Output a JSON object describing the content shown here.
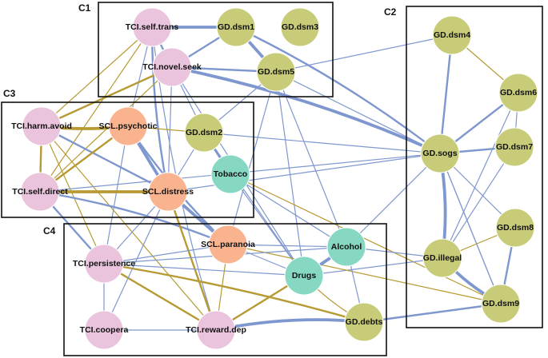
{
  "colors": {
    "tci": "#e9c4dc",
    "scl": "#f9b48f",
    "gd": "#c8cc78",
    "substance": "#86d8c2",
    "blue_edge": "#7f97cf",
    "gold_edge": "#b79a33"
  },
  "clusters": [
    {
      "id": "C1",
      "label": "C1"
    },
    {
      "id": "C2",
      "label": "C2"
    },
    {
      "id": "C3",
      "label": "C3"
    },
    {
      "id": "C4",
      "label": "C4"
    }
  ],
  "nodes": [
    {
      "id": "tci_self_trans",
      "label": "TCI.self.trans",
      "group": "tci"
    },
    {
      "id": "gd_dsm1",
      "label": "GD.dsm1",
      "group": "gd"
    },
    {
      "id": "gd_dsm3",
      "label": "GD.dsm3",
      "group": "gd"
    },
    {
      "id": "tci_novel_seek",
      "label": "TCI.novel.seek",
      "group": "tci"
    },
    {
      "id": "gd_dsm5",
      "label": "GD.dsm5",
      "group": "gd"
    },
    {
      "id": "tci_harm_avoid",
      "label": "TCI.harm.avoid",
      "group": "tci"
    },
    {
      "id": "scl_psychotic",
      "label": "SCL.psychotic",
      "group": "scl"
    },
    {
      "id": "gd_dsm2",
      "label": "GD.dsm2",
      "group": "gd"
    },
    {
      "id": "tobacco",
      "label": "Tobacco",
      "group": "substance"
    },
    {
      "id": "tci_self_direct",
      "label": "TCI.self.direct",
      "group": "tci"
    },
    {
      "id": "scl_distress",
      "label": "SCL.distress",
      "group": "scl"
    },
    {
      "id": "gd_dsm4",
      "label": "GD.dsm4",
      "group": "gd"
    },
    {
      "id": "gd_dsm6",
      "label": "GD.dsm6",
      "group": "gd"
    },
    {
      "id": "gd_sogs",
      "label": "GD.sogs",
      "group": "gd"
    },
    {
      "id": "gd_dsm7",
      "label": "GD.dsm7",
      "group": "gd"
    },
    {
      "id": "gd_dsm8",
      "label": "GD.dsm8",
      "group": "gd"
    },
    {
      "id": "gd_illegal",
      "label": "GD.illegal",
      "group": "gd"
    },
    {
      "id": "gd_dsm9",
      "label": "GD.dsm9",
      "group": "gd"
    },
    {
      "id": "scl_paranoia",
      "label": "SCL.paranoia",
      "group": "scl"
    },
    {
      "id": "alcohol",
      "label": "Alcohol",
      "group": "substance"
    },
    {
      "id": "drugs",
      "label": "Drugs",
      "group": "substance"
    },
    {
      "id": "tci_persistence",
      "label": "TCI.persistence",
      "group": "tci"
    },
    {
      "id": "tci_coopera",
      "label": "TCI.coopera",
      "group": "tci"
    },
    {
      "id": "tci_reward_dep",
      "label": "TCI.reward.dep",
      "group": "tci"
    },
    {
      "id": "gd_debts",
      "label": "GD.debts",
      "group": "gd"
    }
  ],
  "edges": [
    {
      "from": "tci_self_trans",
      "to": "gd_dsm1",
      "sign": "pos",
      "weight": 3
    },
    {
      "from": "tci_self_trans",
      "to": "tci_novel_seek",
      "sign": "pos",
      "weight": 2
    },
    {
      "from": "tci_self_trans",
      "to": "tci_harm_avoid",
      "sign": "neg",
      "weight": 1
    },
    {
      "from": "tci_self_trans",
      "to": "tci_self_direct",
      "sign": "neg",
      "weight": 1
    },
    {
      "from": "tci_self_trans",
      "to": "scl_distress",
      "sign": "pos",
      "weight": 2
    },
    {
      "from": "tci_self_trans",
      "to": "tci_reward_dep",
      "sign": "pos",
      "weight": 1
    },
    {
      "from": "tci_self_trans",
      "to": "scl_psychotic",
      "sign": "pos",
      "weight": 1
    },
    {
      "from": "gd_dsm1",
      "to": "gd_dsm5",
      "sign": "pos",
      "weight": 3
    },
    {
      "from": "gd_dsm1",
      "to": "tci_novel_seek",
      "sign": "pos",
      "weight": 2
    },
    {
      "from": "gd_dsm1",
      "to": "gd_sogs",
      "sign": "pos",
      "weight": 2
    },
    {
      "from": "gd_dsm5",
      "to": "tci_novel_seek",
      "sign": "pos",
      "weight": 2
    },
    {
      "from": "gd_dsm5",
      "to": "gd_sogs",
      "sign": "pos",
      "weight": 1
    },
    {
      "from": "gd_dsm5",
      "to": "gd_dsm2",
      "sign": "pos",
      "weight": 1
    },
    {
      "from": "gd_dsm5",
      "to": "gd_dsm4",
      "sign": "pos",
      "weight": 1
    },
    {
      "from": "gd_dsm5",
      "to": "alcohol",
      "sign": "pos",
      "weight": 1
    },
    {
      "from": "gd_dsm5",
      "to": "drugs",
      "sign": "pos",
      "weight": 1
    },
    {
      "from": "gd_dsm5",
      "to": "scl_paranoia",
      "sign": "pos",
      "weight": 1
    },
    {
      "from": "tci_novel_seek",
      "to": "gd_sogs",
      "sign": "pos",
      "weight": 3
    },
    {
      "from": "tci_novel_seek",
      "to": "tci_harm_avoid",
      "sign": "neg",
      "weight": 2
    },
    {
      "from": "tci_novel_seek",
      "to": "scl_distress",
      "sign": "pos",
      "weight": 1
    },
    {
      "from": "tci_novel_seek",
      "to": "tci_self_direct",
      "sign": "neg",
      "weight": 1
    },
    {
      "from": "tci_novel_seek",
      "to": "drugs",
      "sign": "pos",
      "weight": 1
    },
    {
      "from": "tci_novel_seek",
      "to": "gd_dsm2",
      "sign": "pos",
      "weight": 1
    },
    {
      "from": "tci_harm_avoid",
      "to": "scl_psychotic",
      "sign": "neg",
      "weight": 3
    },
    {
      "from": "tci_harm_avoid",
      "to": "tci_self_direct",
      "sign": "neg",
      "weight": 2
    },
    {
      "from": "tci_harm_avoid",
      "to": "scl_distress",
      "sign": "pos",
      "weight": 2
    },
    {
      "from": "tci_harm_avoid",
      "to": "tci_persistence",
      "sign": "neg",
      "weight": 1
    },
    {
      "from": "tci_harm_avoid",
      "to": "tci_reward_dep",
      "sign": "neg",
      "weight": 1
    },
    {
      "from": "scl_psychotic",
      "to": "scl_distress",
      "sign": "pos",
      "weight": 3
    },
    {
      "from": "scl_psychotic",
      "to": "tci_self_direct",
      "sign": "neg",
      "weight": 2
    },
    {
      "from": "scl_psychotic",
      "to": "scl_paranoia",
      "sign": "pos",
      "weight": 2
    },
    {
      "from": "scl_psychotic",
      "to": "gd_dsm2",
      "sign": "neg",
      "weight": 1
    },
    {
      "from": "scl_psychotic",
      "to": "tci_persistence",
      "sign": "pos",
      "weight": 1
    },
    {
      "from": "gd_dsm2",
      "to": "tobacco",
      "sign": "pos",
      "weight": 2
    },
    {
      "from": "gd_dsm2",
      "to": "scl_distress",
      "sign": "pos",
      "weight": 1
    },
    {
      "from": "gd_dsm2",
      "to": "gd_sogs",
      "sign": "pos",
      "weight": 1
    },
    {
      "from": "gd_dsm2",
      "to": "drugs",
      "sign": "pos",
      "weight": 1
    },
    {
      "from": "tci_self_direct",
      "to": "scl_distress",
      "sign": "neg",
      "weight": 3
    },
    {
      "from": "tci_self_direct",
      "to": "tci_persistence",
      "sign": "pos",
      "weight": 2
    },
    {
      "from": "tci_self_direct",
      "to": "scl_paranoia",
      "sign": "pos",
      "weight": 2
    },
    {
      "from": "tci_self_direct",
      "to": "gd_sogs",
      "sign": "pos",
      "weight": 1
    },
    {
      "from": "scl_distress",
      "to": "scl_paranoia",
      "sign": "pos",
      "weight": 3
    },
    {
      "from": "scl_distress",
      "to": "tci_reward_dep",
      "sign": "neg",
      "weight": 2
    },
    {
      "from": "scl_distress",
      "to": "tci_persistence",
      "sign": "pos",
      "weight": 1
    },
    {
      "from": "scl_distress",
      "to": "gd_sogs",
      "sign": "pos",
      "weight": 1
    },
    {
      "from": "tobacco",
      "to": "alcohol",
      "sign": "pos",
      "weight": 1
    },
    {
      "from": "tobacco",
      "to": "drugs",
      "sign": "pos",
      "weight": 1
    },
    {
      "from": "tobacco",
      "to": "gd_dsm9",
      "sign": "neg",
      "weight": 1
    },
    {
      "from": "gd_dsm4",
      "to": "gd_dsm6",
      "sign": "neg",
      "weight": 1
    },
    {
      "from": "gd_dsm4",
      "to": "gd_sogs",
      "sign": "pos",
      "weight": 2
    },
    {
      "from": "gd_dsm6",
      "to": "gd_sogs",
      "sign": "pos",
      "weight": 2
    },
    {
      "from": "gd_dsm6",
      "to": "gd_dsm7",
      "sign": "pos",
      "weight": 1
    },
    {
      "from": "gd_dsm6",
      "to": "gd_illegal",
      "sign": "pos",
      "weight": 1
    },
    {
      "from": "gd_sogs",
      "to": "gd_dsm7",
      "sign": "pos",
      "weight": 2
    },
    {
      "from": "gd_sogs",
      "to": "gd_illegal",
      "sign": "pos",
      "weight": 3
    },
    {
      "from": "gd_sogs",
      "to": "gd_dsm9",
      "sign": "pos",
      "weight": 1
    },
    {
      "from": "gd_sogs",
      "to": "gd_dsm8",
      "sign": "pos",
      "weight": 1
    },
    {
      "from": "gd_sogs",
      "to": "alcohol",
      "sign": "pos",
      "weight": 1
    },
    {
      "from": "gd_dsm7",
      "to": "gd_illegal",
      "sign": "pos",
      "weight": 1
    },
    {
      "from": "gd_dsm8",
      "to": "gd_dsm9",
      "sign": "pos",
      "weight": 2
    },
    {
      "from": "gd_dsm8",
      "to": "gd_illegal",
      "sign": "neg",
      "weight": 1
    },
    {
      "from": "gd_illegal",
      "to": "gd_dsm9",
      "sign": "pos",
      "weight": 3
    },
    {
      "from": "gd_illegal",
      "to": "alcohol",
      "sign": "pos",
      "weight": 1
    },
    {
      "from": "gd_illegal",
      "to": "drugs",
      "sign": "pos",
      "weight": 1
    },
    {
      "from": "gd_dsm9",
      "to": "gd_debts",
      "sign": "pos",
      "weight": 2
    },
    {
      "from": "gd_dsm9",
      "to": "gd_sogs",
      "sign": "pos",
      "weight": 1
    },
    {
      "from": "gd_dsm9",
      "to": "scl_paranoia",
      "sign": "neg",
      "weight": 1
    },
    {
      "from": "scl_paranoia",
      "to": "alcohol",
      "sign": "pos",
      "weight": 1
    },
    {
      "from": "scl_paranoia",
      "to": "drugs",
      "sign": "pos",
      "weight": 1
    },
    {
      "from": "scl_paranoia",
      "to": "tci_reward_dep",
      "sign": "neg",
      "weight": 1
    },
    {
      "from": "scl_paranoia",
      "to": "tci_persistence",
      "sign": "pos",
      "weight": 1
    },
    {
      "from": "alcohol",
      "to": "drugs",
      "sign": "pos",
      "weight": 3
    },
    {
      "from": "alcohol",
      "to": "tci_persistence",
      "sign": "pos",
      "weight": 1
    },
    {
      "from": "alcohol",
      "to": "gd_debts",
      "sign": "pos",
      "weight": 1
    },
    {
      "from": "drugs",
      "to": "tci_reward_dep",
      "sign": "neg",
      "weight": 2
    },
    {
      "from": "drugs",
      "to": "tci_persistence",
      "sign": "pos",
      "weight": 1
    },
    {
      "from": "drugs",
      "to": "gd_debts",
      "sign": "neg",
      "weight": 1
    },
    {
      "from": "tci_persistence",
      "to": "tci_reward_dep",
      "sign": "neg",
      "weight": 2
    },
    {
      "from": "tci_persistence",
      "to": "tci_coopera",
      "sign": "pos",
      "weight": 1
    },
    {
      "from": "tci_persistence",
      "to": "gd_debts",
      "sign": "neg",
      "weight": 2
    },
    {
      "from": "tci_reward_dep",
      "to": "gd_debts",
      "sign": "pos",
      "weight": 3
    },
    {
      "from": "tci_reward_dep",
      "to": "tci_coopera",
      "sign": "pos",
      "weight": 1
    },
    {
      "from": "tci_coopera",
      "to": "scl_distress",
      "sign": "pos",
      "weight": 1
    }
  ]
}
